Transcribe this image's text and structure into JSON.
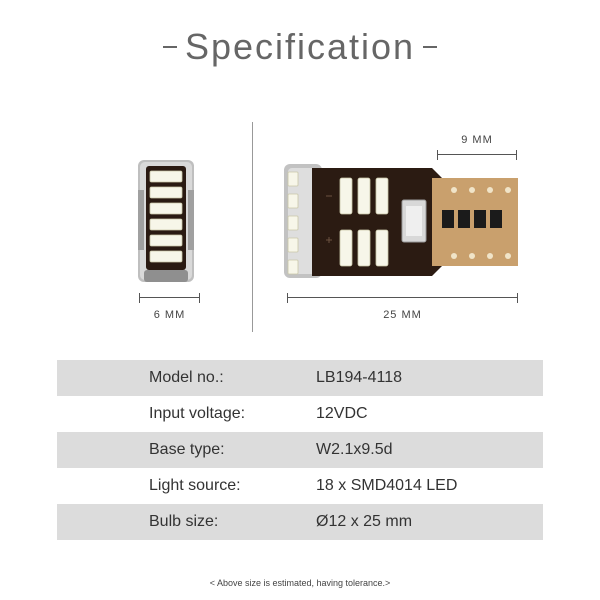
{
  "heading": {
    "title": "Specification"
  },
  "dimensions": {
    "width_label": "6 MM",
    "length_label": "25 MM",
    "board_label": "9 MM"
  },
  "specs": [
    {
      "label": "Model no.:",
      "value": "LB194-4118"
    },
    {
      "label": "Input voltage:",
      "value": "12VDC"
    },
    {
      "label": "Base type:",
      "value": "W2.1x9.5d"
    },
    {
      "label": "Light source:",
      "value": "18 x SMD4014 LED"
    },
    {
      "label": "Bulb size:",
      "value": "Ø12 x 25 mm"
    }
  ],
  "footnote": "< Above size is estimated, having tolerance.>",
  "colors": {
    "row_shade": "#dcdcdc",
    "board": "#3a2418",
    "led": "#f6f3dc",
    "gold": "#c8a070"
  }
}
